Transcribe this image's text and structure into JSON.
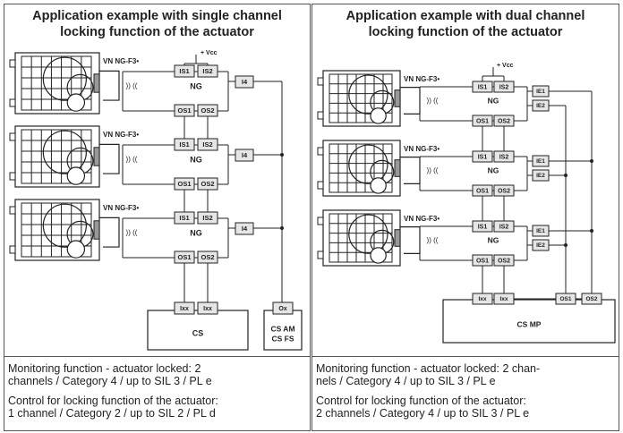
{
  "left_panel": {
    "title_line1": "Application example with single channel",
    "title_line2": "locking function of the actuator",
    "diagram": {
      "vcc": "Vcc",
      "sensor_label": "VN NG-F3•",
      "signal_symbol": ")) ((",
      "module_label": "NG",
      "in1": "IS1",
      "in2": "IS2",
      "out1": "OS1",
      "out2": "OS2",
      "diag": "I4",
      "cs_in": "Ixx",
      "controller": "CS",
      "ext_out": "Ox",
      "ext_line1": "CS AM",
      "ext_line2": "CS FS"
    },
    "note1_line1": "Monitoring function - actuator locked: 2",
    "note1_line2": "channels / Category 4 / up to SIL 3 / PL e",
    "note2_line1": "Control for locking function of the actuator:",
    "note2_line2": "1 channel / Category 2 / up to SIL 2 / PL d"
  },
  "right_panel": {
    "title_line1": "Application example with dual channel",
    "title_line2": "locking function of the actuator",
    "diagram": {
      "vcc": "Vcc",
      "sensor_label": "VN NG-F3•",
      "signal_symbol": ")) ((",
      "module_label": "NG",
      "in1": "IS1",
      "in2": "IS2",
      "out1": "OS1",
      "out2": "OS2",
      "ie1": "IE1",
      "ie2": "IE2",
      "cs_in": "Ixx",
      "controller": "CS MP"
    },
    "note1_line1": "Monitoring function - actuator locked: 2 chan-",
    "note1_line2": "nels / Category 4 / up to SIL 3 / PL e",
    "note2_line1": "Control for locking function of the actuator:",
    "note2_line2": "2 channels / Category 4 / up to SIL 3 / PL e"
  }
}
